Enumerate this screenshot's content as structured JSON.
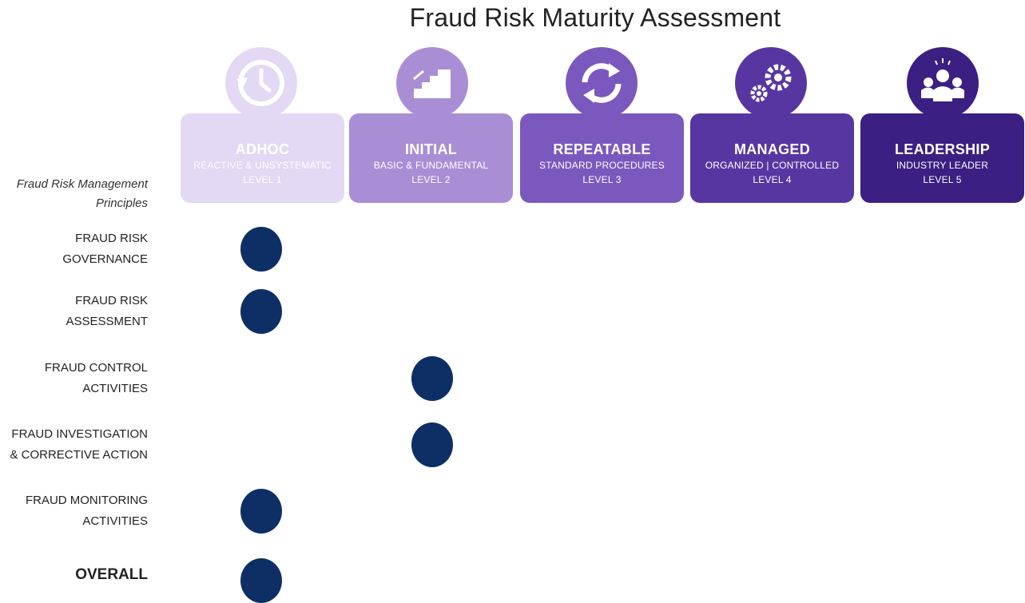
{
  "title": "Fraud Risk Maturity Assessment",
  "principles_header": "Fraud Risk Management Principles",
  "levels": [
    {
      "name": "ADHOC",
      "subtitle": "REACTIVE & UNSYSTEMATIC",
      "level": "LEVEL 1",
      "color": "#e3d9f4",
      "icon_color": "#e3d9f4",
      "icon": "clock-icon"
    },
    {
      "name": "INITIAL",
      "subtitle": "BASIC & FUNDAMENTAL",
      "level": "LEVEL 2",
      "color": "#a98ed6",
      "icon_color": "#a98ed6",
      "icon": "stairs-icon"
    },
    {
      "name": "REPEATABLE",
      "subtitle": "STANDARD PROCEDURES",
      "level": "LEVEL 3",
      "color": "#7b58be",
      "icon_color": "#7b58be",
      "icon": "cycle-arrows-icon"
    },
    {
      "name": "MANAGED",
      "subtitle": "ORGANIZED | CONTROLLED",
      "level": "LEVEL 4",
      "color": "#5836a2",
      "icon_color": "#5836a2",
      "icon": "gears-icon"
    },
    {
      "name": "LEADERSHIP",
      "subtitle": "INDUSTRY LEADER",
      "level": "LEVEL 5",
      "color": "#3b1f82",
      "icon_color": "#3b1f82",
      "icon": "team-icon"
    }
  ],
  "principles": [
    {
      "label_line1": "FRAUD RISK",
      "label_line2": "GOVERNANCE",
      "maturity_level": 1
    },
    {
      "label_line1": "FRAUD RISK",
      "label_line2": "ASSESSMENT",
      "maturity_level": 1
    },
    {
      "label_line1": "FRAUD CONTROL",
      "label_line2": "ACTIVITIES",
      "maturity_level": 2
    },
    {
      "label_line1": "FRAUD INVESTIGATION",
      "label_line2": "& CORRECTIVE ACTION",
      "maturity_level": 2
    },
    {
      "label_line1": "FRAUD MONITORING",
      "label_line2": "ACTIVITIES",
      "maturity_level": 1
    }
  ],
  "overall": {
    "label": "OVERALL",
    "maturity_level": 1
  },
  "dot_color": "#0d2f66"
}
